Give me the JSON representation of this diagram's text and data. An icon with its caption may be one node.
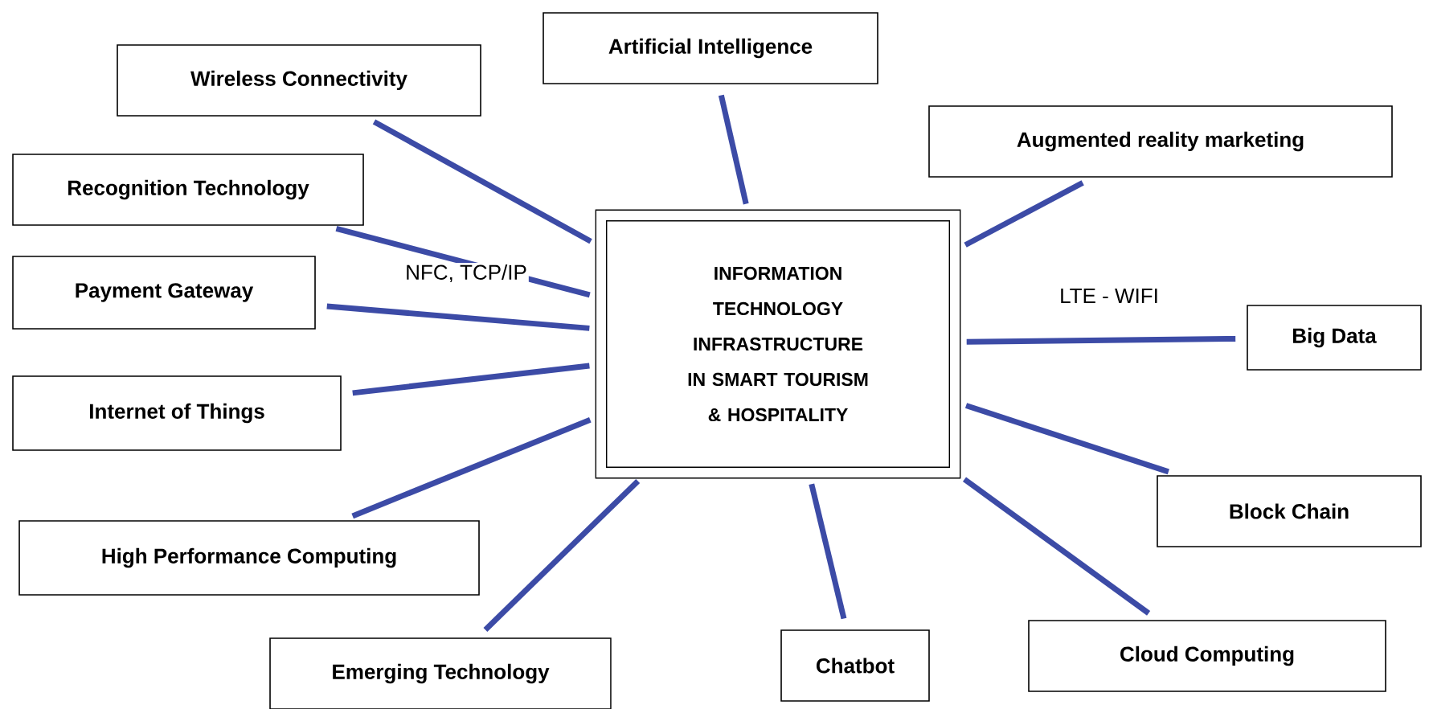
{
  "diagram": {
    "nodes": [
      {
        "text": [
          "INFORMATION TECHNOLOGY INFRASTRUCTURE IN SMART TOURISM & HOSPITALITY"
        ]
      },
      {
        "text": [
          "Wireless Connectivity"
        ]
      },
      {
        "text": [
          "Artificial Intelligence"
        ]
      },
      {
        "text": [
          "Recognition Technology"
        ]
      },
      {
        "text": [
          "Augmented reality marketing"
        ]
      },
      {
        "text": [
          "Payment Gateway"
        ]
      },
      {
        "text": [
          "Big Data"
        ]
      },
      {
        "text": [
          "Internet of Things"
        ]
      },
      {
        "text": [
          "High Performance Computing"
        ]
      },
      {
        "text": [
          "Block Chain"
        ]
      },
      {
        "text": [
          "Emerging Technology"
        ]
      },
      {
        "text": [
          "Chatbot"
        ]
      },
      {
        "text": [
          "Cloud Computing"
        ]
      }
    ],
    "edges": [
      {
        "from": 1,
        "to": 0,
        "arrow": "none"
      },
      {
        "from": 2,
        "to": 0,
        "arrow": "none"
      },
      {
        "from": 3,
        "to": 0,
        "arrow": "none"
      },
      {
        "from": 4,
        "to": 0,
        "arrow": "none"
      },
      {
        "from": 5,
        "to": 0,
        "arrow": "none",
        "label": "NFC, TCP/IP"
      },
      {
        "from": 6,
        "to": 0,
        "arrow": "none",
        "label": "LTE - WIFI"
      },
      {
        "from": 7,
        "to": 0,
        "arrow": "none"
      },
      {
        "from": 8,
        "to": 0,
        "arrow": "none"
      },
      {
        "from": 9,
        "to": 0,
        "arrow": "none"
      },
      {
        "from": 10,
        "to": 0,
        "arrow": "none"
      },
      {
        "from": 11,
        "to": 0,
        "arrow": "none"
      },
      {
        "from": 12,
        "to": 0,
        "arrow": "none"
      }
    ]
  }
}
